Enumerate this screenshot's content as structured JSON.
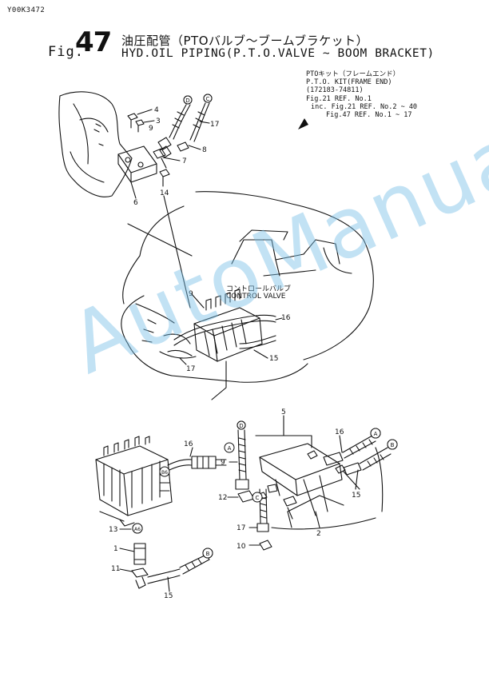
{
  "doc_code": "Y00K3472",
  "figure": {
    "prefix": "Fig.",
    "number": "47",
    "title_jp": "油圧配管（PTOバルブ〜ブームブラケット）",
    "title_en": "HYD.OIL PIPING(P.T.O.VALVE ~ BOOM BRACKET)"
  },
  "kit_note": {
    "line1": "PTOキット（フレームエンド）",
    "line2": "P.T.O. KIT(FRAME END)",
    "line3": "(172183-74811)",
    "line4": "Fig.21 REF. No.1",
    "line5": "inc. Fig.21 REF. No.2 ~ 40",
    "line6": "Fig.47 REF. No.1 ~ 17"
  },
  "control_valve": {
    "label_jp": "コントロールバルブ",
    "label_en": "CONTROL VALVE"
  },
  "callouts": {
    "top": [
      "4",
      "3",
      "9",
      "17",
      "8",
      "7",
      "6",
      "14"
    ],
    "top_letters": [
      "D",
      "C"
    ],
    "middle": [
      "9",
      "16",
      "15",
      "17"
    ],
    "bottom_left": [
      "16",
      "9",
      "12",
      "13",
      "1",
      "11",
      "15"
    ],
    "bottom_left_letters": [
      "A",
      "B6",
      "A6",
      "B",
      "D"
    ],
    "bottom_right": [
      "5",
      "16",
      "15",
      "17",
      "10",
      "2"
    ],
    "bottom_right_letters": [
      "A",
      "B",
      "C"
    ]
  },
  "watermark": "AutoManual",
  "colors": {
    "ink": "#111111",
    "watermark": "#78bee6"
  }
}
